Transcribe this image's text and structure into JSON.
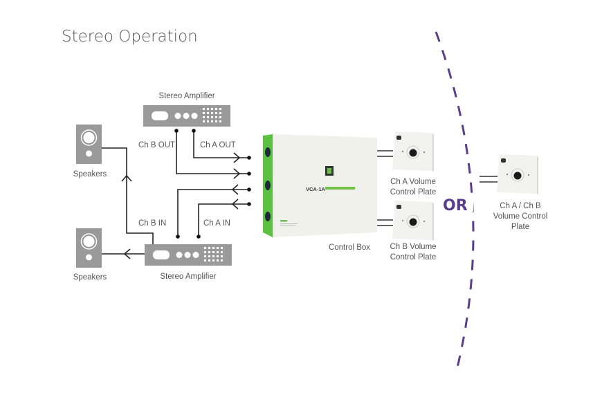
{
  "title": "Stereo Operation",
  "top_amplifier": {
    "label": "Stereo Amplifier"
  },
  "bottom_amplifier": {
    "label": "Stereo Amplifier"
  },
  "speakers_top": {
    "label": "Speakers"
  },
  "speakers_bottom": {
    "label": "Speakers"
  },
  "connections": {
    "ch_b_out": "Ch B OUT",
    "ch_a_out": "Ch A OUT",
    "ch_b_in": "Ch B IN",
    "ch_a_in": "Ch A IN"
  },
  "control_box": {
    "label": "Control Box",
    "model": "VCA-1A"
  },
  "plate_a": {
    "label_line1": "Ch A Volume",
    "label_line2": "Control Plate"
  },
  "plate_b": {
    "label_line1": "Ch B Volume",
    "label_line2": "Control Plate"
  },
  "separator": {
    "text": "OR"
  },
  "plate_ab": {
    "label_line1": "Ch A / Ch B",
    "label_line2": "Volume Control",
    "label_line3": "Plate"
  },
  "colors": {
    "accent_purple": "#5a3e8e",
    "box_green": "#5cc142",
    "device_gray": "#9a9a9a"
  }
}
